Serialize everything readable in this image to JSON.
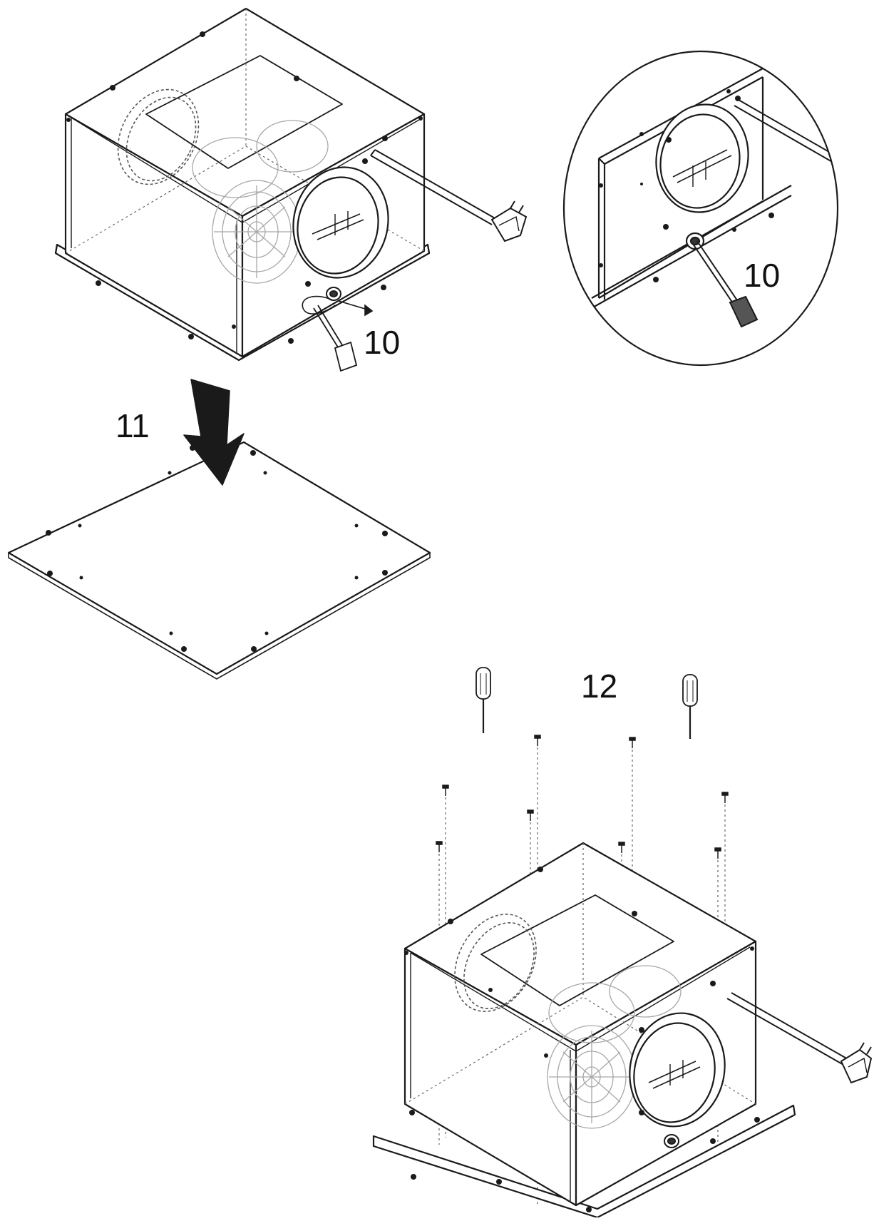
{
  "steps": [
    {
      "id": "step-10",
      "label": "10"
    },
    {
      "id": "step-10-detail",
      "label": "10"
    },
    {
      "id": "step-11",
      "label": "11"
    },
    {
      "id": "step-12",
      "label": "12"
    }
  ],
  "colors": {
    "line": "#1a1a1a",
    "faint": "#9a9a9a",
    "dash": "#555555",
    "fill_dark": "#555555"
  }
}
